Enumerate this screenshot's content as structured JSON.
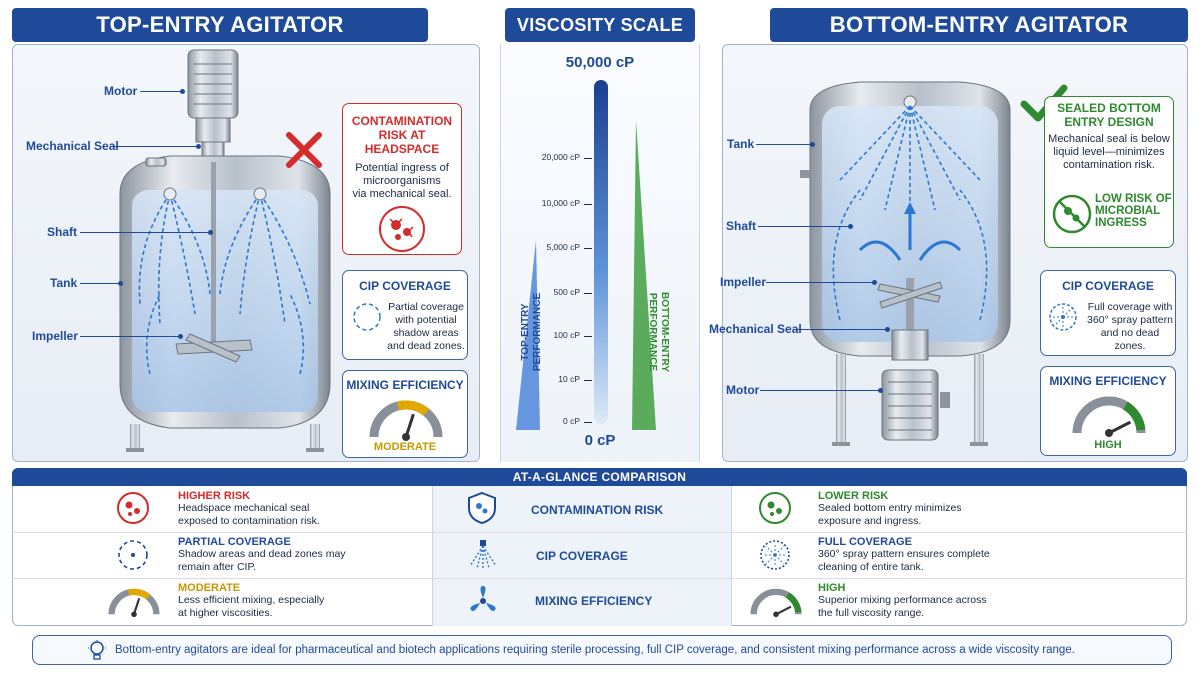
{
  "top": {
    "title": "TOP-ENTRY AGITATOR",
    "labels": {
      "motor": "Motor",
      "seal": "Mechanical Seal",
      "shaft": "Shaft",
      "tank": "Tank",
      "impeller": "Impeller"
    },
    "risk": {
      "title_line1": "CONTAMINATION",
      "title_line2": "RISK AT HEADSPACE",
      "text_line1": "Potential ingress of",
      "text_line2": "microorganisms",
      "text_line3": "via mechanical seal."
    },
    "cip": {
      "title": "CIP COVERAGE",
      "text_line1": "Partial coverage",
      "text_line2": "with potential",
      "text_line3": "shadow areas",
      "text_line4": "and dead zones."
    },
    "mixing": {
      "title": "MIXING EFFICIENCY",
      "level": "MODERATE",
      "value": 0.6
    }
  },
  "scale": {
    "title": "VISCOSITY SCALE",
    "max": "50,000 cP",
    "min": "0 cP",
    "ticks": [
      "20,000 cP",
      "10,000 cP",
      "5,000 cP",
      "500 cP",
      "100 cP",
      "10 cP",
      "0 cP"
    ],
    "left_label_line1": "TOP-ENTRY",
    "left_label_line2": "PERFORMANCE",
    "right_label_line1": "BOTTOM-ENTRY",
    "right_label_line2": "PERFORMANCE"
  },
  "bottom": {
    "title": "BOTTOM-ENTRY AGITATOR",
    "labels": {
      "tank": "Tank",
      "shaft": "Shaft",
      "impeller": "Impeller",
      "seal": "Mechanical Seal",
      "motor": "Motor"
    },
    "sealed": {
      "title_line1": "SEALED BOTTOM",
      "title_line2": "ENTRY DESIGN",
      "text_line1": "Mechanical seal is below",
      "text_line2": "liquid level—minimizes",
      "text_line3": "contamination risk.",
      "low_line1": "LOW RISK OF",
      "low_line2": "MICROBIAL",
      "low_line3": "INGRESS"
    },
    "cip": {
      "title": "CIP COVERAGE",
      "text_line1": "Full coverage with",
      "text_line2": "360° spray pattern",
      "text_line3": "and no dead zones."
    },
    "mixing": {
      "title": "MIXING EFFICIENCY",
      "level": "HIGH",
      "value": 0.85
    }
  },
  "comparison": {
    "title": "AT-A-GLANCE COMPARISON",
    "rows": [
      {
        "left_title": "HIGHER RISK",
        "left_line1": "Headspace mechanical seal",
        "left_line2": "exposed to contamination risk.",
        "center": "CONTAMINATION RISK",
        "right_title": "LOWER RISK",
        "right_line1": "Sealed bottom entry minimizes",
        "right_line2": "exposure and ingress."
      },
      {
        "left_title": "PARTIAL COVERAGE",
        "left_line1": "Shadow areas and dead zones may",
        "left_line2": "remain after CIP.",
        "center": "CIP COVERAGE",
        "right_title": "FULL COVERAGE",
        "right_line1": "360° spray pattern ensures complete",
        "right_line2": "cleaning of entire tank."
      },
      {
        "left_title": "MODERATE",
        "left_line1": "Less efficient mixing, especially",
        "left_line2": "at higher viscosities.",
        "center": "MIXING EFFICIENCY",
        "right_title": "HIGH",
        "right_line1": "Superior mixing performance across",
        "right_line2": "the full viscosity range."
      }
    ]
  },
  "footer": "Bottom-entry agitators are ideal for pharmaceutical and biotech applications requiring sterile processing, full CIP coverage, and consistent mixing performance across a wide viscosity range.",
  "colors": {
    "brand": "#1f4a9a",
    "risk": "#d42b2b",
    "moderate": "#e0a800",
    "good": "#2f8a2f"
  }
}
